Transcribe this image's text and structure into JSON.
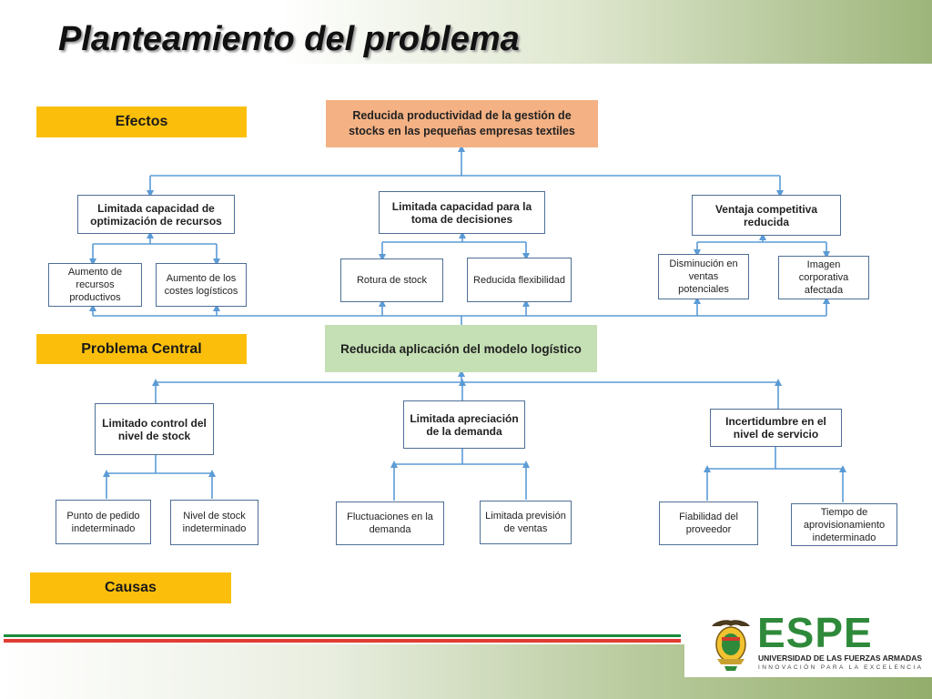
{
  "slide": {
    "title": "Planteamiento del problema"
  },
  "labels": {
    "effects": "Efectos",
    "central": "Problema Central",
    "causes": "Causas"
  },
  "top_effect": "Reducida productividad de la gestión de stocks en las pequeñas empresas textiles",
  "central_problem": "Reducida aplicación del modelo logístico",
  "effects": [
    {
      "label": "Limitada capacidad de optimización de recursos",
      "subs": [
        "Aumento de recursos productivos",
        "Aumento de los costes logísticos"
      ]
    },
    {
      "label": "Limitada capacidad para la toma de decisiones",
      "subs": [
        "Rotura de stock",
        "Reducida flexibilidad"
      ]
    },
    {
      "label": "Ventaja competitiva reducida",
      "subs": [
        "Disminución en ventas potenciales",
        "Imagen corporativa afectada"
      ]
    }
  ],
  "causes": [
    {
      "label": "Limitado control del nivel de stock",
      "subs": [
        "Punto de pedido indeterminado",
        "Nivel de stock indeterminado"
      ]
    },
    {
      "label": "Limitada apreciación de la demanda",
      "subs": [
        "Fluctuaciones en la demanda",
        "Limitada previsión de ventas"
      ]
    },
    {
      "label": "Incertidumbre en el nivel de servicio",
      "subs": [
        "Fiabilidad del proveedor",
        "Tiempo de aprovisionamiento indeterminado"
      ]
    }
  ],
  "branding": {
    "logo_text": "ESPE",
    "university": "UNIVERSIDAD DE LAS FUERZAS ARMADAS",
    "motto": "INNOVACIÓN PARA LA EXCELENCIA"
  },
  "colors": {
    "label_fill": "#fbbf0b",
    "top_effect_fill": "#f4b183",
    "central_fill": "#c5e0b4",
    "connector": "#5b9bd5",
    "box_border": "#4f6f96",
    "brand_green": "#2e8a3a",
    "stripe_green": "#1a8c3c",
    "stripe_red": "#e03c31"
  },
  "icons": {
    "arrows": "arrow-up-icon",
    "emblem": "espe-emblem-icon"
  }
}
